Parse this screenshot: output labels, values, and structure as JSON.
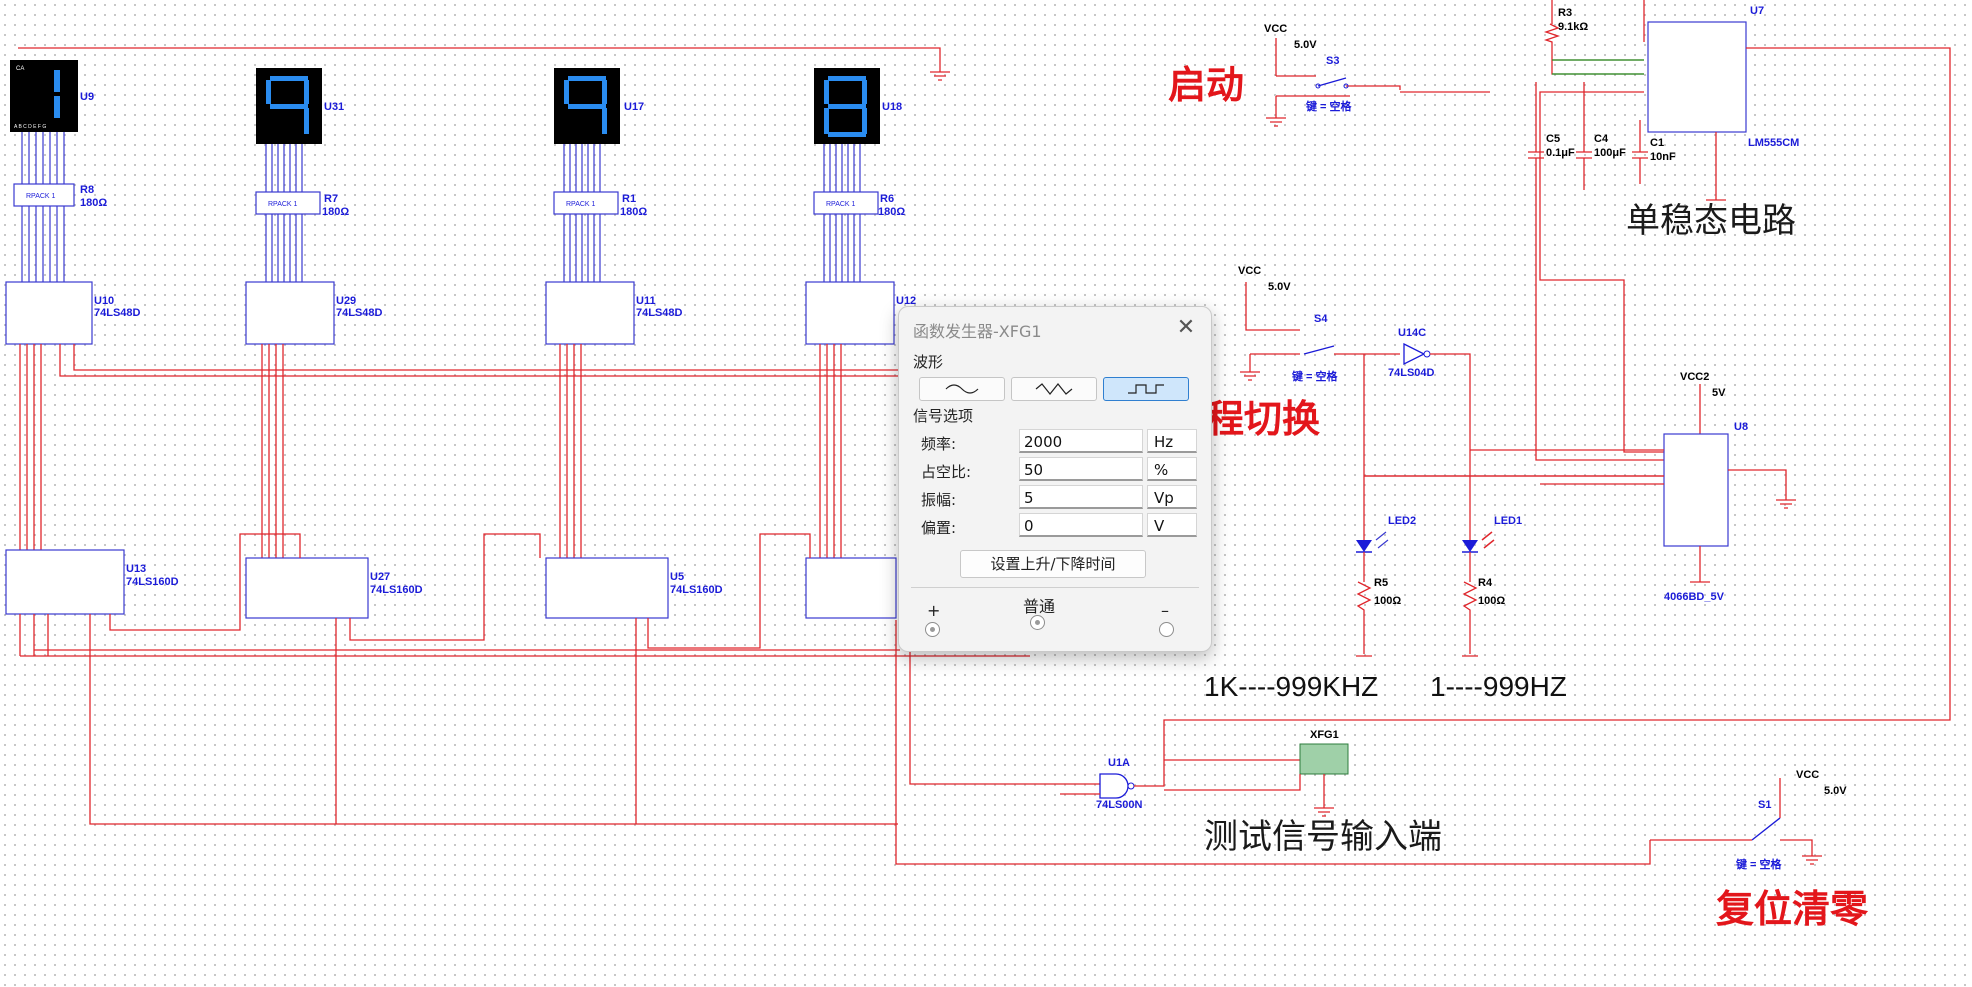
{
  "displays": [
    {
      "digit": "1",
      "ref": "U9"
    },
    {
      "digit": "9",
      "ref": "U31"
    },
    {
      "digit": "9",
      "ref": "U17"
    },
    {
      "digit": "8",
      "ref": "U18"
    }
  ],
  "resistor_packs": [
    {
      "ref": "R8",
      "value": "180Ω",
      "label": "RPACK 1"
    },
    {
      "ref": "R7",
      "value": "180Ω",
      "label": "RPACK 1"
    },
    {
      "ref": "R1",
      "value": "180Ω",
      "label": "RPACK 1"
    },
    {
      "ref": "R6",
      "value": "180Ω",
      "label": "RPACK 1"
    }
  ],
  "decoders": [
    {
      "ref": "U10",
      "part": "74LS48D"
    },
    {
      "ref": "U29",
      "part": "74LS48D"
    },
    {
      "ref": "U11",
      "part": "74LS48D"
    },
    {
      "ref": "U12",
      "part": ""
    }
  ],
  "counters": [
    {
      "ref": "U13",
      "part": "74LS160D"
    },
    {
      "ref": "U27",
      "part": "74LS160D"
    },
    {
      "ref": "U5",
      "part": "74LS160D"
    }
  ],
  "labels": {
    "vcc": "VCC",
    "vcc_val": "5.0V",
    "s3": "S3",
    "s3_key": "键 = 空格",
    "start": "启动",
    "s4": "S4",
    "s4_key": "键 = 空格",
    "range_switch": "程切换",
    "u14c": "U14C",
    "u14c_part": "74LS04D",
    "vcc2": "VCC2",
    "vcc2_val": "5V",
    "u8": "U8",
    "u8_part": "4066BD_5V",
    "led2": "LED2",
    "led1": "LED1",
    "r5": "R5",
    "r5_val": "100Ω",
    "r4": "R4",
    "r4_val": "100Ω",
    "range1": "1K----999KHZ",
    "range2": "1----999HZ",
    "r3": "R3",
    "r3_val": "9.1kΩ",
    "u7": "U7",
    "u7_part": "LM555CM",
    "c5": "C5",
    "c5_val": "0.1μF",
    "c4": "C4",
    "c4_val": "100μF",
    "c1": "C1",
    "c1_val": "10nF",
    "monostable": "单稳态电路",
    "u1a": "U1A",
    "u1a_part": "74LS00N",
    "xfg1": "XFG1",
    "test_input": "测试信号输入端",
    "s1": "S1",
    "s1_key": "键 = 空格",
    "reset": "复位清零",
    "vcc3_val": "5.0V"
  },
  "dialog": {
    "title": "函数发生器-XFG1",
    "waveform_label": "波形",
    "waveforms": [
      "sine",
      "triangle",
      "square"
    ],
    "selected_waveform": "square",
    "signal_options_label": "信号选项",
    "rows": [
      {
        "label": "频率:",
        "value": "2000",
        "unit": "Hz"
      },
      {
        "label": "占空比:",
        "value": "50",
        "unit": "%"
      },
      {
        "label": "振幅:",
        "value": "5",
        "unit": "Vp"
      },
      {
        "label": "偏置:",
        "value": "0",
        "unit": "V"
      }
    ],
    "rise_fall_button": "设置上升/下降时间",
    "terminal_plus": "+",
    "terminal_common": "普通",
    "terminal_minus": "–"
  }
}
